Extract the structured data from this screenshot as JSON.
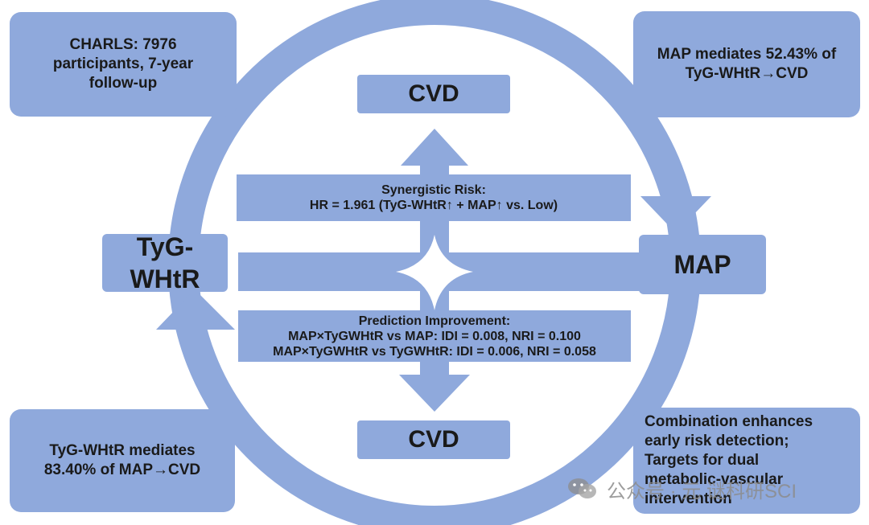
{
  "corners": {
    "top_left": "CHARLS: 7976\nparticipants, 7-year\nfollow-up",
    "top_right": "MAP mediates 52.43% of\nTyG-WHtR→CVD",
    "bottom_left": "TyG-WHtR mediates\n83.40% of MAP→CVD",
    "bottom_right": "Combination  enhances\nearly risk detection;\nTargets for dual\nmetabolic-vascular\nintervention"
  },
  "nodes": {
    "left": "TyG-\nWHtR",
    "right": "MAP",
    "cvd_top": "CVD",
    "cvd_bottom": "CVD"
  },
  "synergy": {
    "title": "Synergistic Risk:",
    "text": "HR = 1.961 (TyG-WHtR↑ + MAP↑ vs. Low)"
  },
  "prediction": {
    "title": "Prediction Improvement:",
    "line1": "MAP×TyGWHtR vs MAP: IDI = 0.008, NRI = 0.100",
    "line2": "MAP×TyGWHtR vs TyGWHtR: IDI = 0.006, NRI = 0.058"
  },
  "watermark": {
    "text": "公众号 · 元 谜科研SCI",
    "icon": "wechat-icon"
  },
  "colors": {
    "accent": "#8fa9dc",
    "text": "#1a1a1a",
    "background": "#ffffff"
  }
}
